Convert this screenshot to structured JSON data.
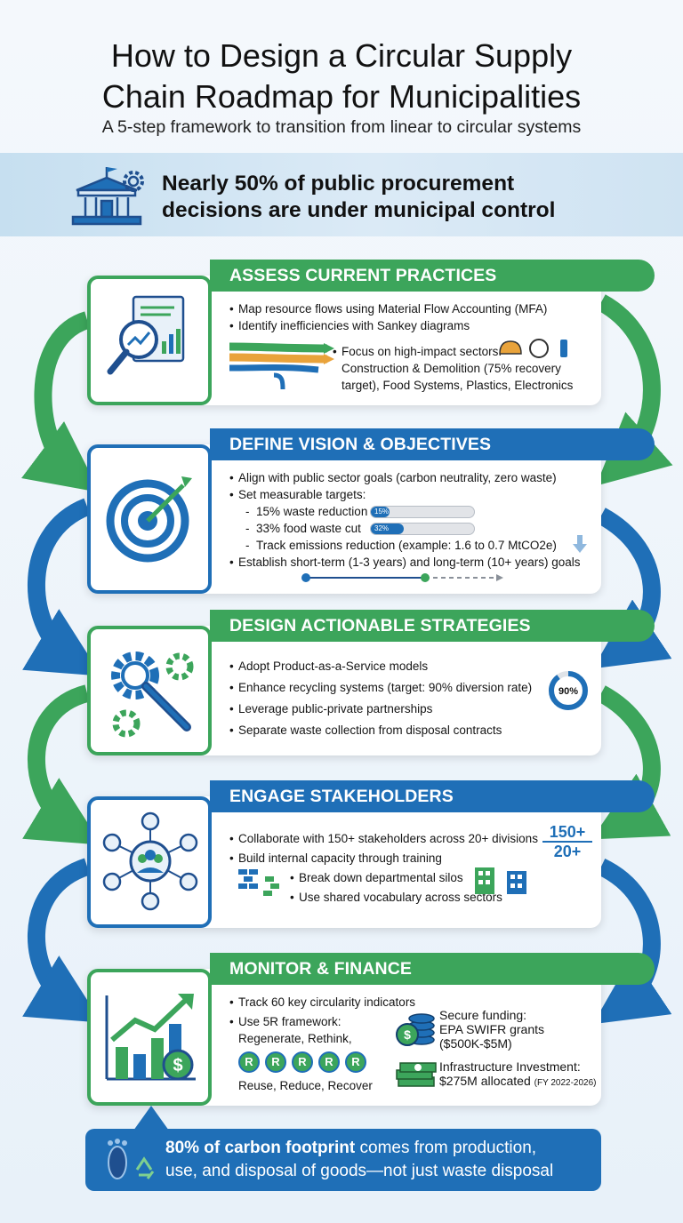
{
  "header": {
    "title_line1": "How to Design a Circular Supply",
    "title_line2": "Chain Roadmap for Municipalities",
    "subtitle": "A 5-step framework to transition from linear to circular systems"
  },
  "banner": {
    "line1": "Nearly 50% of public procurement",
    "line2": "decisions are under municipal control"
  },
  "steps": [
    {
      "title": "ASSESS CURRENT PRACTICES",
      "bullets": [
        "Map resource flows using Material Flow Accounting (MFA)",
        "Identify inefficiencies with Sankey diagrams"
      ],
      "focus": [
        "Focus on high-impact sectors:",
        "Construction & Demolition (75% recovery",
        "target), Food Systems, Plastics, Electronics"
      ]
    },
    {
      "title": "DEFINE VISION & OBJECTIVES",
      "bullets": [
        "Align with public sector goals (carbon neutrality, zero waste)",
        "Set measurable targets:"
      ],
      "targets": [
        {
          "label": "15% waste reduction",
          "bar_label": "15%",
          "value": 0.15
        },
        {
          "label": "33% food waste cut",
          "bar_label": "32%",
          "value": 0.32
        }
      ],
      "emissions": "Track emissions reduction (example: 1.6 to 0.7 MtCO2e)",
      "goals": "Establish short-term (1-3 years) and long-term (10+ years) goals"
    },
    {
      "title": "DESIGN ACTIONABLE STRATEGIES",
      "bullets": [
        "Adopt Product-as-a-Service models",
        "Enhance recycling systems (target: 90% diversion rate)",
        "Leverage public-private partnerships",
        "Separate waste collection from disposal contracts"
      ],
      "ring_label": "90%",
      "ring_value": 0.9
    },
    {
      "title": "ENGAGE STAKEHOLDERS",
      "bullets": [
        "Collaborate with 150+ stakeholders across 20+ divisions",
        "Build internal capacity through training",
        "Break down departmental silos",
        "Use shared vocabulary across sectors"
      ],
      "stat_top": "150+",
      "stat_bottom": "20+"
    },
    {
      "title": "MONITOR & FINANCE",
      "bullets": [
        "Track 60 key circularity indicators",
        "Use 5R framework:"
      ],
      "fivr_line2": "Regenerate, Rethink,",
      "fivr_line3": "Reuse, Reduce, Recover",
      "r_letters": [
        "R",
        "R",
        "R",
        "R",
        "R"
      ],
      "funding": [
        "Secure funding:",
        "EPA SWIFR grants",
        "($500K-$5M)"
      ],
      "infra_title": "Infrastructure Investment:",
      "infra_amount": "$275M allocated",
      "infra_period": "(FY 2022-2026)"
    }
  ],
  "callout": {
    "bold": "80% of carbon footprint",
    "rest_line1": " comes from production,",
    "line2": "use, and disposal of goods—not just waste disposal"
  },
  "colors": {
    "green": "#3ca55b",
    "blue": "#1f6fb7",
    "orange": "#e9a33b"
  }
}
